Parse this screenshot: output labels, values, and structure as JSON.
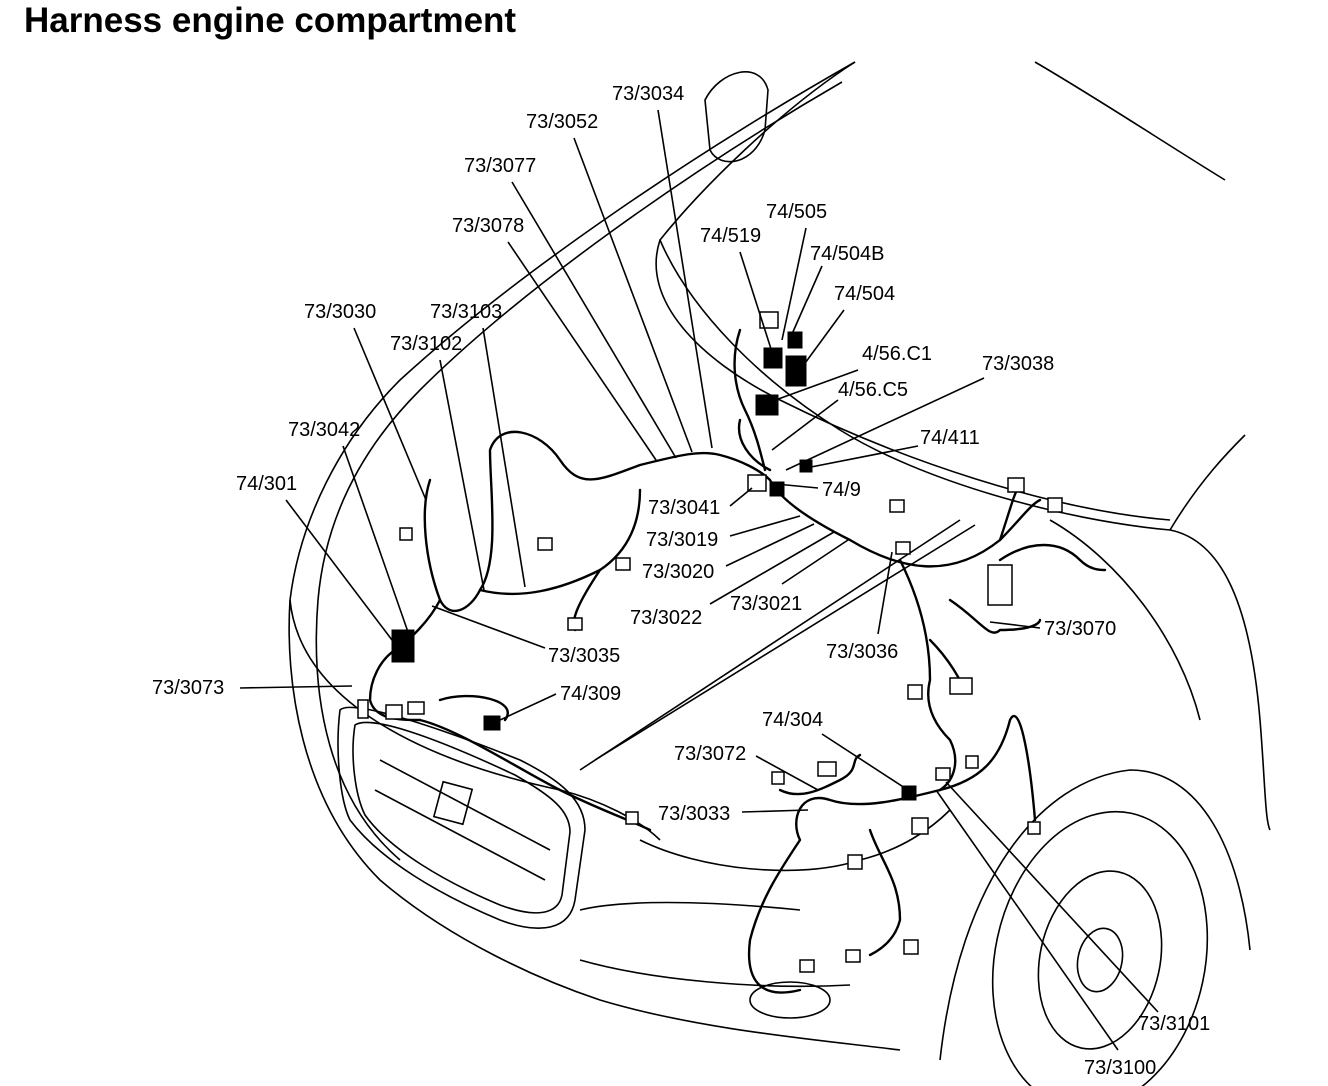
{
  "title": "Harness engine compartment",
  "callouts": {
    "c73_3034": "73/3034",
    "c73_3052": "73/3052",
    "c73_3077": "73/3077",
    "c73_3078": "73/3078",
    "c73_3030": "73/3030",
    "c73_3103": "73/3103",
    "c73_3102": "73/3102",
    "c73_3042": "73/3042",
    "c74_301": "74/301",
    "c74_505": "74/505",
    "c74_519": "74/519",
    "c74_504B": "74/504B",
    "c74_504": "74/504",
    "c4_56C1": "4/56.C1",
    "c4_56C5": "4/56.C5",
    "c73_3038": "73/3038",
    "c74_411": "74/411",
    "c73_3041": "73/3041",
    "c74_9": "74/9",
    "c73_3019": "73/3019",
    "c73_3020": "73/3020",
    "c73_3022": "73/3022",
    "c73_3021": "73/3021",
    "c73_3035": "73/3035",
    "c73_3073": "73/3073",
    "c74_309": "74/309",
    "c73_3036": "73/3036",
    "c73_3070": "73/3070",
    "c74_304": "74/304",
    "c73_3072": "73/3072",
    "c73_3033": "73/3033",
    "c73_3101": "73/3101",
    "c73_3100": "73/3100"
  }
}
